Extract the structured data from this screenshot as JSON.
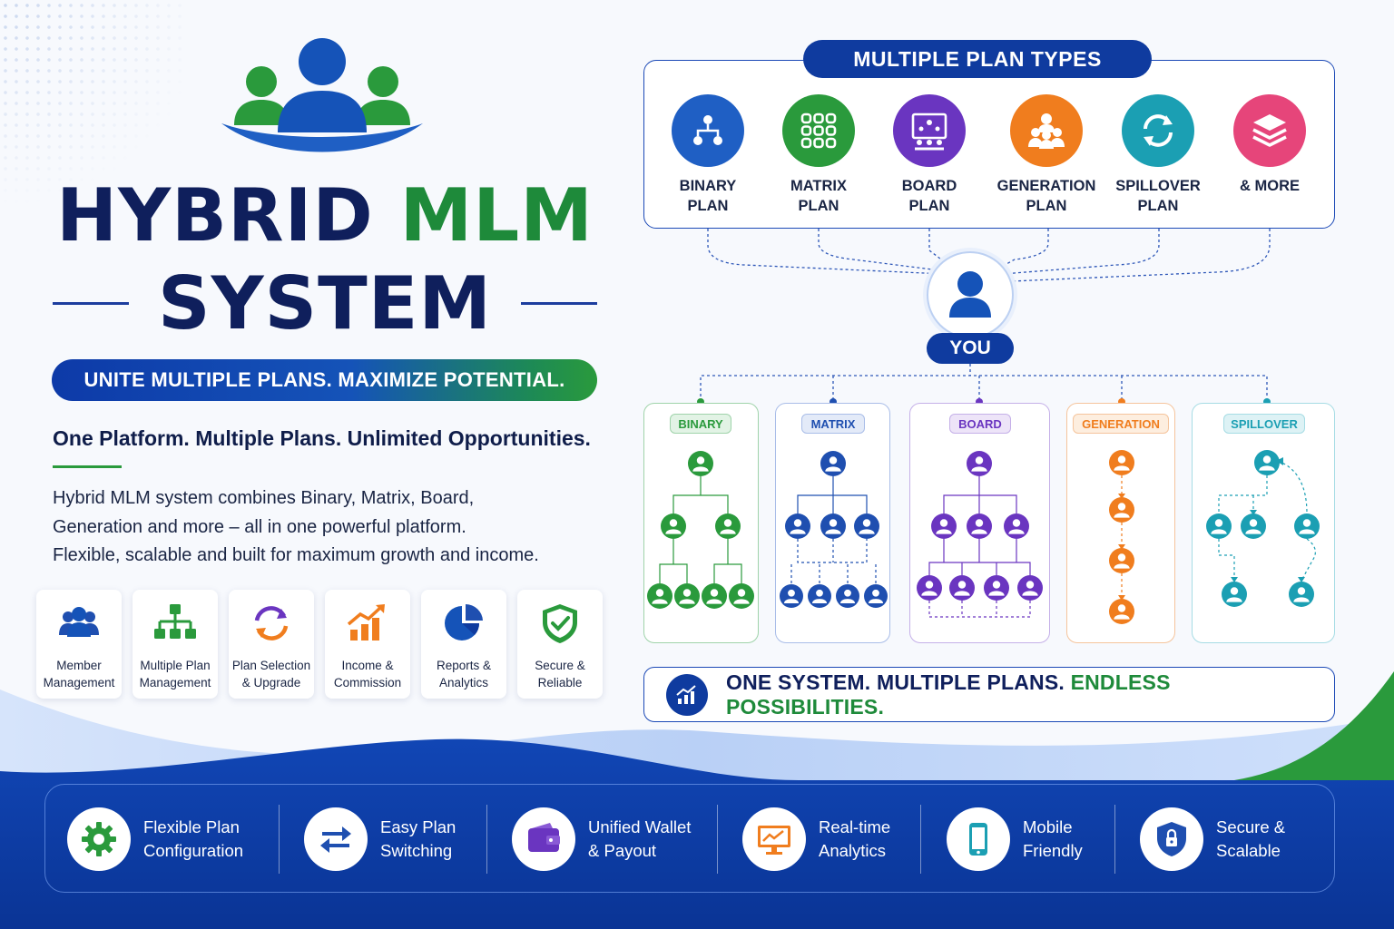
{
  "title": {
    "word1": "HYBRID",
    "word2": "MLM",
    "word3": "SYSTEM"
  },
  "tagline": "UNITE MULTIPLE PLANS. MAXIMIZE POTENTIAL.",
  "subheading": "One Platform. Multiple Plans. Unlimited Opportunities.",
  "description": [
    "Hybrid MLM system combines Binary, Matrix, Board,",
    "Generation and more – all in one powerful platform.",
    "Flexible, scalable and built for maximum growth and income."
  ],
  "features": [
    {
      "line1": "Member",
      "line2": "Management",
      "icon": "members-icon"
    },
    {
      "line1": "Multiple Plan",
      "line2": "Management",
      "icon": "hierarchy-icon"
    },
    {
      "line1": "Plan Selection",
      "line2": "& Upgrade",
      "icon": "cycle-arrows-icon"
    },
    {
      "line1": "Income &",
      "line2": "Commission",
      "icon": "growth-chart-icon"
    },
    {
      "line1": "Reports &",
      "line2": "Analytics",
      "icon": "pie-chart-icon"
    },
    {
      "line1": "Secure &",
      "line2": "Reliable",
      "icon": "shield-check-icon"
    }
  ],
  "plan_types": {
    "heading": "MULTIPLE PLAN TYPES",
    "items": [
      {
        "line1": "BINARY",
        "line2": "PLAN",
        "color": "#1f5fc4",
        "icon": "binary-tree-icon"
      },
      {
        "line1": "MATRIX",
        "line2": "PLAN",
        "color": "#2a9a3c",
        "icon": "grid-dots-icon"
      },
      {
        "line1": "BOARD",
        "line2": "PLAN",
        "color": "#6a35c0",
        "icon": "board-icon"
      },
      {
        "line1": "GENERATION",
        "line2": "PLAN",
        "color": "#f07d1e",
        "icon": "people-group-icon"
      },
      {
        "line1": "SPILLOVER",
        "line2": "PLAN",
        "color": "#1b9fb3",
        "icon": "refresh-icon"
      },
      {
        "line1": "& MORE",
        "line2": "",
        "color": "#e6457a",
        "icon": "layers-icon"
      }
    ]
  },
  "you_label": "YOU",
  "trees": [
    {
      "label": "BINARY",
      "color": "#2a9a3c"
    },
    {
      "label": "MATRIX",
      "color": "#1f4fb0"
    },
    {
      "label": "BOARD",
      "color": "#6a35c0"
    },
    {
      "label": "GENERATION",
      "color": "#f07d1e"
    },
    {
      "label": "SPILLOVER",
      "color": "#1b9fb3"
    }
  ],
  "system_bar": {
    "part1": "ONE SYSTEM. MULTIPLE PLANS.",
    "part2": "ENDLESS POSSIBILITIES."
  },
  "bottom_features": [
    {
      "line1": "Flexible Plan",
      "line2": "Configuration",
      "icon": "gear-icon",
      "color": "#2a9a3c"
    },
    {
      "line1": "Easy Plan",
      "line2": "Switching",
      "icon": "swap-arrows-icon",
      "color": "#1f4fb0"
    },
    {
      "line1": "Unified Wallet",
      "line2": "& Payout",
      "icon": "wallet-icon",
      "color": "#6a35c0"
    },
    {
      "line1": "Real-time",
      "line2": "Analytics",
      "icon": "monitor-chart-icon",
      "color": "#f07d1e"
    },
    {
      "line1": "Mobile",
      "line2": "Friendly",
      "icon": "mobile-phone-icon",
      "color": "#1b9fb3"
    },
    {
      "line1": "Secure &",
      "line2": "Scalable",
      "icon": "shield-lock-icon",
      "color": "#1f4fb0"
    }
  ]
}
